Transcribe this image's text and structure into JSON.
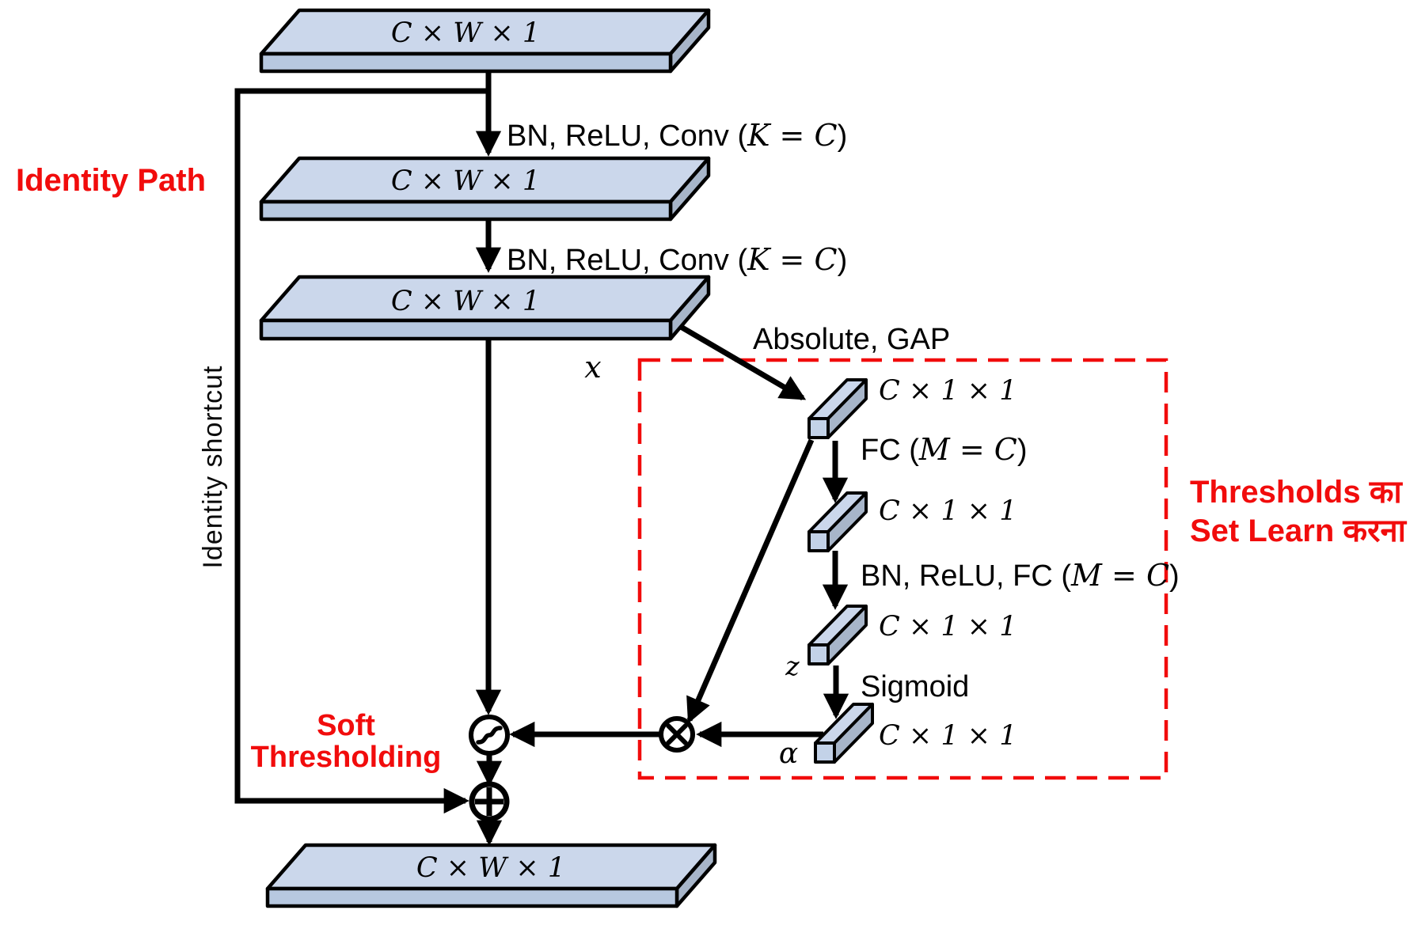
{
  "diagram": {
    "slab_labels": [
      "C × W × 1",
      "C × W × 1",
      "C × W × 1",
      "C × W × 1"
    ],
    "vector_labels": [
      "C × 1 × 1",
      "C × 1 × 1",
      "C × 1 × 1",
      "C × 1 × 1"
    ],
    "edges": {
      "conv1_pre": "BN, ReLU, Conv (",
      "conv1_math": "K = C",
      "conv1_post": ")",
      "conv2_pre": "BN, ReLU, Conv (",
      "conv2_math": "K = C",
      "conv2_post": ")",
      "abs_gap": "Absolute, GAP",
      "fc1_pre": "FC (",
      "fc1_math": "M = C",
      "fc1_post": ")",
      "fc2_pre": "BN, ReLU, FC (",
      "fc2_math": "M = C",
      "fc2_post": ")",
      "sigmoid": "Sigmoid"
    },
    "vars": {
      "x": "x",
      "z": "z",
      "alpha": "α"
    },
    "annotations": {
      "identity_path": "Identity Path",
      "identity_shortcut": "Identity shortcut",
      "soft_line1": "Soft",
      "soft_line2": "Thresholding",
      "thresh_line1": "Thresholds का",
      "thresh_line2": "Set Learn करना"
    },
    "operators": {
      "multiply": "⊗",
      "add": "⊕",
      "soft_threshold": "soft-threshold-curve"
    },
    "colors": {
      "red": "#f10c0c",
      "slab_top": "#cbd7eb",
      "slab_front": "#b7c8e0",
      "slab_side": "#a7b5c9",
      "line": "#000000"
    }
  }
}
